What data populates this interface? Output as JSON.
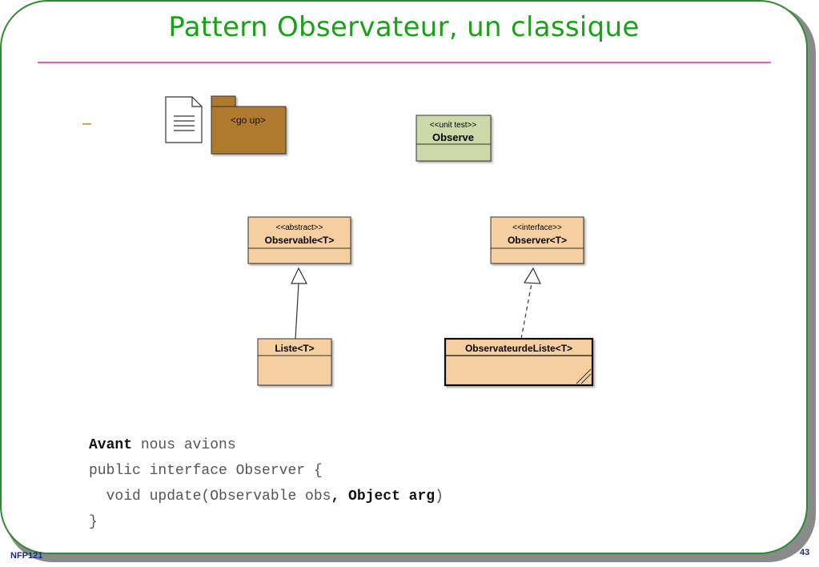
{
  "slide": {
    "title": "Pattern Observateur, un classique",
    "bullet_dash": "–",
    "footer_left": "NFP121",
    "page_number": "43"
  },
  "diagram": {
    "go_up_label": "<go up>",
    "observe": {
      "stereotype": "<<unit test>>",
      "name": "Observe"
    },
    "observable": {
      "stereotype": "<<abstract>>",
      "name": "Observable<T>"
    },
    "observer": {
      "stereotype": "<<interface>>",
      "name": "Observer<T>"
    },
    "liste": {
      "name": "Liste<T>"
    },
    "observateur": {
      "name": "ObservateurdeListe<T>"
    }
  },
  "code": {
    "line1_bold": "Avant",
    "line1_rest": " nous avions",
    "line2": "public interface Observer {",
    "line3_start": "  void update(Observable obs",
    "line3_bold": ", Object arg",
    "line3_end": ")",
    "line4": "}"
  },
  "colors": {
    "title": "#19a219",
    "rule": "#e060c8",
    "class_fill": "#f5cfa0",
    "test_fill": "#ccd8a8",
    "package_fill": "#b07a2e"
  }
}
